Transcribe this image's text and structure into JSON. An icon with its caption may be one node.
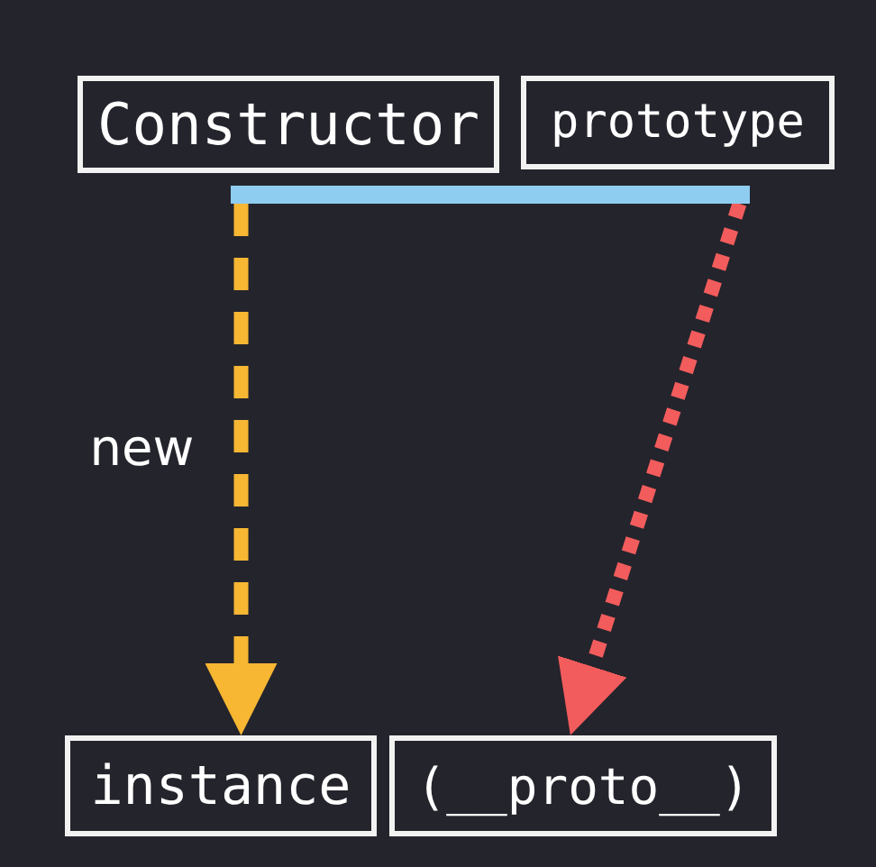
{
  "diagram": {
    "nodes": [
      {
        "text": [
          "Constructor"
        ]
      },
      {
        "text": [
          "prototype"
        ]
      },
      {
        "text": [],
        "shape": "bar"
      },
      {
        "text": [
          "instance"
        ]
      },
      {
        "text": [
          "(__proto__)"
        ]
      }
    ],
    "edges": [
      {
        "from": 2,
        "to": 3,
        "arrow": "to",
        "label": "new",
        "style": "dashed",
        "color": "#f7b733"
      },
      {
        "from": 2,
        "to": 4,
        "arrow": "to",
        "style": "dashed",
        "color": "#f25c5c"
      }
    ]
  }
}
